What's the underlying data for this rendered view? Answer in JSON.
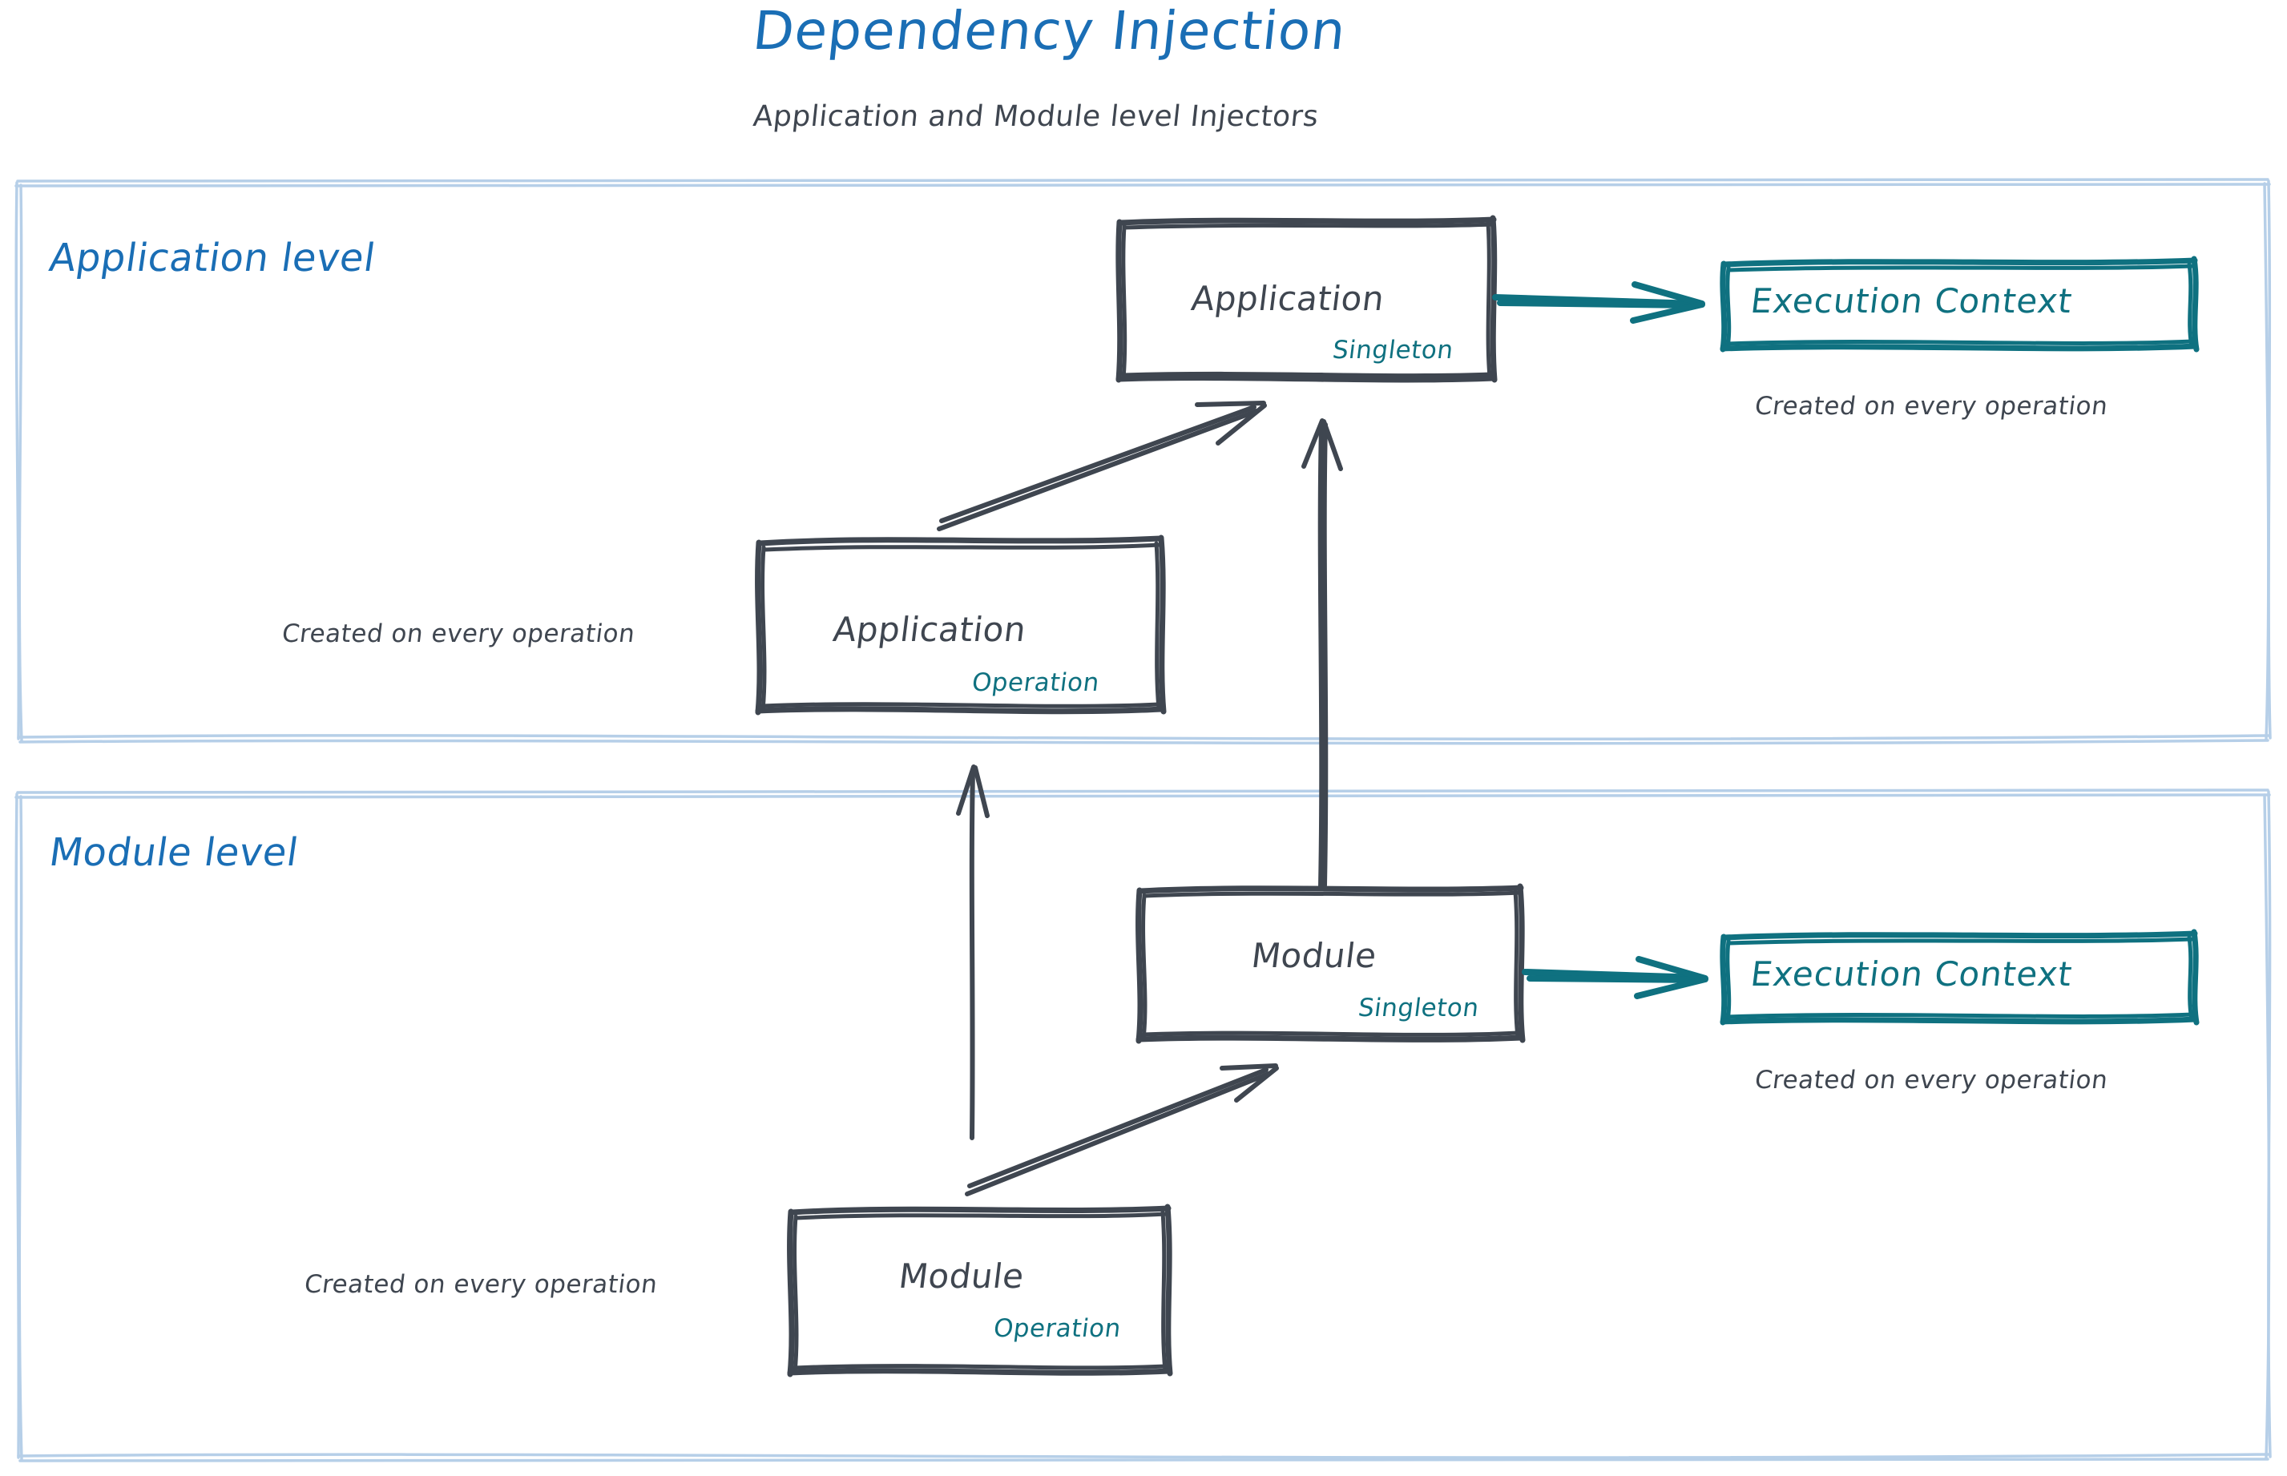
{
  "header": {
    "title": "Dependency Injection",
    "subtitle": "Application and Module level Injectors"
  },
  "colors": {
    "title_blue": "#1a6eb5",
    "panel_border_blue": "#b6cfe8",
    "ink_gray": "#3f4650",
    "teal": "#0f7180"
  },
  "panels": [
    {
      "id": "application-level",
      "label": "Application level"
    },
    {
      "id": "module-level",
      "label": "Module level"
    }
  ],
  "nodes": {
    "application_singleton": {
      "title": "Application",
      "scope": "Singleton"
    },
    "application_operation": {
      "title": "Application",
      "scope": "Operation",
      "caption": "Created on every operation"
    },
    "module_singleton": {
      "title": "Module",
      "scope": "Singleton"
    },
    "module_operation": {
      "title": "Module",
      "scope": "Operation",
      "caption": "Created on every operation"
    },
    "execution_context_app": {
      "title": "Execution Context",
      "caption": "Created on every operation"
    },
    "execution_context_module": {
      "title": "Execution Context",
      "caption": "Created on every operation"
    }
  },
  "edges": [
    {
      "id": "app-singleton-to-exec-context",
      "color": "#0f7180"
    },
    {
      "id": "module-singleton-to-exec-context",
      "color": "#0f7180"
    },
    {
      "id": "app-operation-to-app-singleton",
      "color": "#3f4650"
    },
    {
      "id": "module-singleton-to-app-singleton",
      "color": "#3f4650"
    },
    {
      "id": "module-operation-to-app-level",
      "color": "#3f4650"
    },
    {
      "id": "module-operation-to-module-singleton",
      "color": "#3f4650"
    }
  ]
}
